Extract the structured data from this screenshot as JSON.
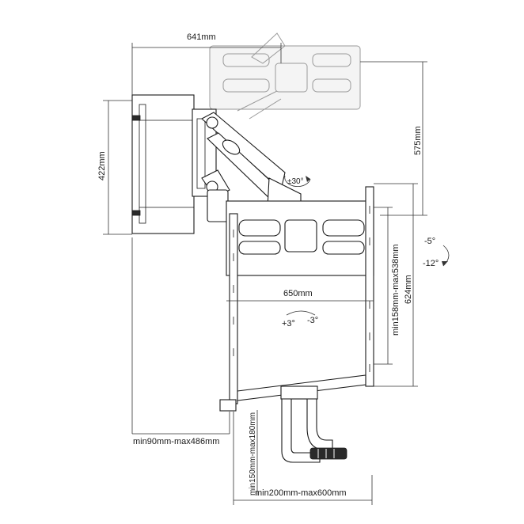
{
  "dimensions": {
    "top_width": "641mm",
    "left_height": "422mm",
    "right_height": "575mm",
    "swivel": "±30°",
    "tilt_up": "-5°",
    "tilt_down": "-12°",
    "plate_width": "650mm",
    "rotate_plus": "+3°",
    "rotate_minus": "-3°",
    "vertical_range": "min158mm-max538mm",
    "bracket_height": "624mm",
    "depth_range": "min90mm-max486mm",
    "handle_range": "min150mm-max180mm",
    "base_width": "min200mm-max600mm"
  }
}
